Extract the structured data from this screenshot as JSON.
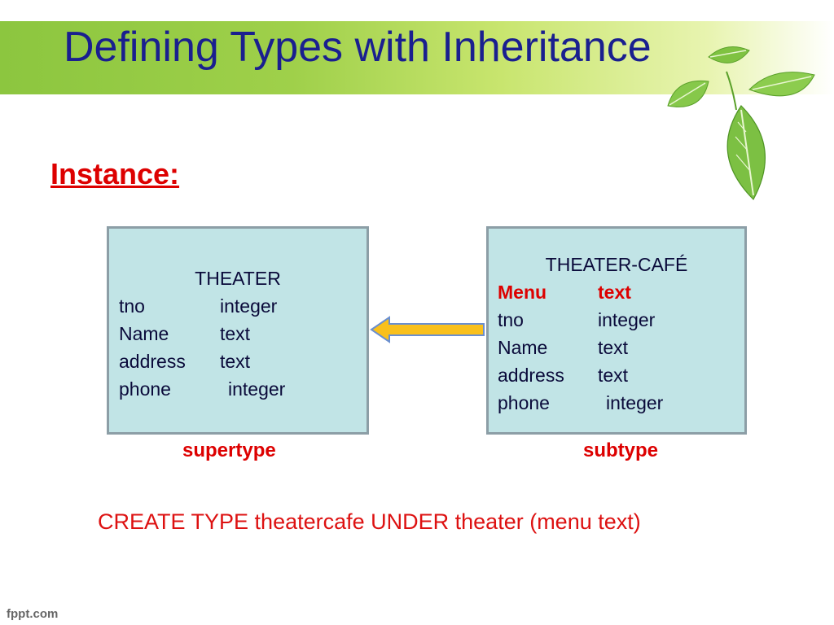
{
  "slide": {
    "title": "Defining Types with Inheritance",
    "heading": "Instance:",
    "footer": "fppt.com",
    "colors": {
      "title": "#1a1f8f",
      "accent_red": "#dd0000",
      "box_fill": "#c1e4e6",
      "box_border": "#8c9ea6",
      "band_green": "#8cc63f",
      "arrow_fill": "#f9c01c",
      "arrow_outline": "#6a8fd0"
    },
    "icons": [
      "green-leaves-icon",
      "left-arrow-icon"
    ]
  },
  "supertype_box": {
    "name": "THEATER",
    "label": "supertype",
    "fields": [
      {
        "name": "tno",
        "type": "integer"
      },
      {
        "name": "Name",
        "type": "text"
      },
      {
        "name": "address",
        "type": "text"
      },
      {
        "name": "phone",
        "type": "integer"
      }
    ]
  },
  "subtype_box": {
    "name": "THEATER-CAFÉ",
    "label": "subtype",
    "new_field": {
      "name": "Menu",
      "type": "text"
    },
    "fields": [
      {
        "name": "tno",
        "type": "integer"
      },
      {
        "name": "Name",
        "type": "text"
      },
      {
        "name": "address",
        "type": "text"
      },
      {
        "name": "phone",
        "type": "integer"
      }
    ]
  },
  "sql_statement": "CREATE TYPE theatercafe UNDER theater (menu text)"
}
